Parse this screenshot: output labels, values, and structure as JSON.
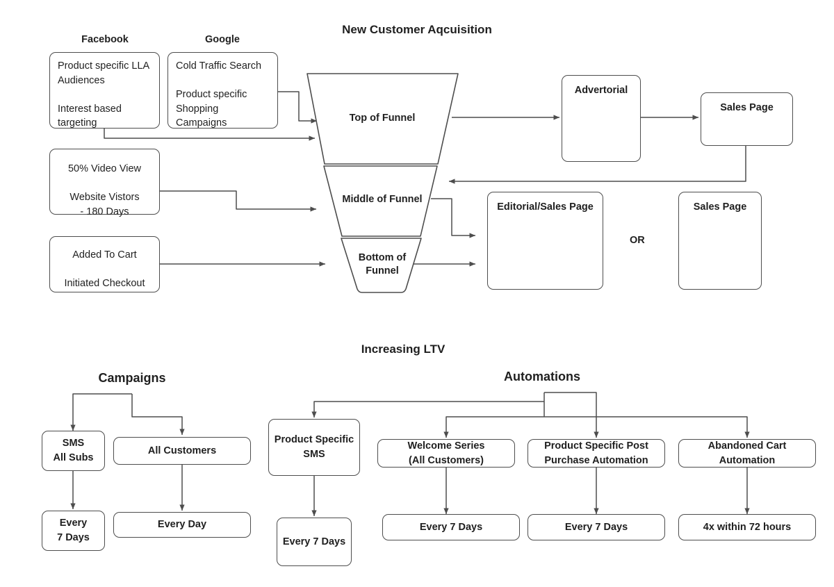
{
  "titles": {
    "section1": "New Customer Aqcuisition",
    "section2": "Increasing LTV",
    "campaigns": "Campaigns",
    "automations": "Automations"
  },
  "acquisition": {
    "column_headers": {
      "facebook": "Facebook",
      "google": "Google"
    },
    "source_boxes": [
      {
        "id": "facebook-audiences",
        "text": "Product specific LLA Audiences\n\nInterest based targeting"
      },
      {
        "id": "google-campaigns",
        "text": "Cold Traffic Search\n\nProduct specific Shopping Campaigns"
      },
      {
        "id": "retargeting-warm",
        "text": "50% Video View\n\nWebsite Vistors\n- 180 Days"
      },
      {
        "id": "retargeting-hot",
        "text": "Added To Cart\n\nInitiated Checkout"
      }
    ],
    "funnel_stages": [
      {
        "id": "top-of-funnel",
        "label": "Top of Funnel"
      },
      {
        "id": "middle-of-funnel",
        "label": "Middle of Funnel"
      },
      {
        "id": "bottom-of-funnel",
        "label": "Bottom of\nFunnel"
      }
    ],
    "destinations": [
      {
        "id": "advertorial",
        "label": "Advertorial"
      },
      {
        "id": "sales-page-top",
        "label": "Sales Page"
      },
      {
        "id": "editorial-sales-page",
        "label": "Editorial/Sales Page"
      },
      {
        "id": "sales-page-alt",
        "label": "Sales Page"
      }
    ],
    "or_label": "OR"
  },
  "ltv": {
    "campaigns": {
      "nodes": [
        {
          "id": "sms-all-subs",
          "label": "SMS\nAll Subs"
        },
        {
          "id": "all-customers",
          "label": "All Customers"
        }
      ],
      "cadence": [
        {
          "id": "sms-cadence",
          "label": "Every\n7 Days"
        },
        {
          "id": "email-cadence",
          "label": "Every Day"
        }
      ]
    },
    "automations": {
      "nodes": [
        {
          "id": "product-specific-sms",
          "label": "Product Specific\nSMS"
        },
        {
          "id": "welcome-series",
          "label": "Welcome Series\n(All Customers)"
        },
        {
          "id": "post-purchase",
          "label": "Product Specific Post\nPurchase Automation"
        },
        {
          "id": "abandoned-cart",
          "label": "Abandoned Cart\nAutomation"
        }
      ],
      "cadence": [
        {
          "id": "psms-cadence",
          "label": "Every 7 Days"
        },
        {
          "id": "welcome-cadence",
          "label": "Every 7 Days"
        },
        {
          "id": "postpurchase-cadence",
          "label": "Every 7 Days"
        },
        {
          "id": "abandoned-cadence",
          "label": "4x within 72 hours"
        }
      ]
    }
  },
  "style": {
    "stroke": "#4d4d4d",
    "text": "#1f1f1f",
    "background": "#ffffff"
  }
}
